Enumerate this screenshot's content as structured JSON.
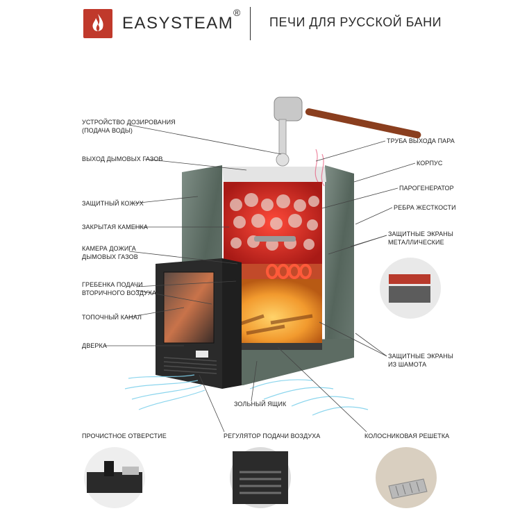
{
  "header": {
    "brand": "EASYSTEAM",
    "registered": "®",
    "tagline": "ПЕЧИ ДЛЯ РУССКОЙ БАНИ"
  },
  "icons": [
    "flame-logo-icon"
  ],
  "colors": {
    "brand_red": "#c0392b",
    "stone_green": "#5f7067",
    "hot_red": "#d8322a",
    "fire_orange": "#f29a2e",
    "air_blue": "#7fd1ec"
  },
  "labels_left": [
    "УСТРОЙСТВО ДОЗИРОВАНИЯ\n(ПОДАЧА ВОДЫ)",
    "ВЫХОД ДЫМОВЫХ ГАЗОВ",
    "ЗАЩИТНЫЙ КОЖУХ",
    "ЗАКРЫТАЯ КАМЕНКА",
    "КАМЕРА ДОЖИГА\nДЫМОВЫХ ГАЗОВ",
    "ГРЕБЕНКА ПОДАЧИ\nВТОРИЧНОГО ВОЗДУХА",
    "ТОПОЧНЫЙ КАНАЛ",
    "ДВЕРКА"
  ],
  "labels_right": [
    "ТРУБА ВЫХОДА ПАРА",
    "КОРПУС",
    "ПАРОГЕНЕРАТОР",
    "РЕБРА ЖЕСТКОСТИ",
    "ЗАЩИТНЫЕ ЭКРАНЫ\nМЕТАЛЛИЧЕСКИЕ",
    "ЗАЩИТНЫЕ ЭКРАНЫ\nИЗ ШАМОТА"
  ],
  "labels_bottom": [
    "ЗОЛЬНЫЙ ЯЩИК",
    "ПРОЧИСТНОЕ ОТВЕРСТИЕ",
    "РЕГУЛЯТОР ПОДАЧИ ВОЗДУХА",
    "КОЛОСНИКОВАЯ РЕШЕТКА"
  ]
}
